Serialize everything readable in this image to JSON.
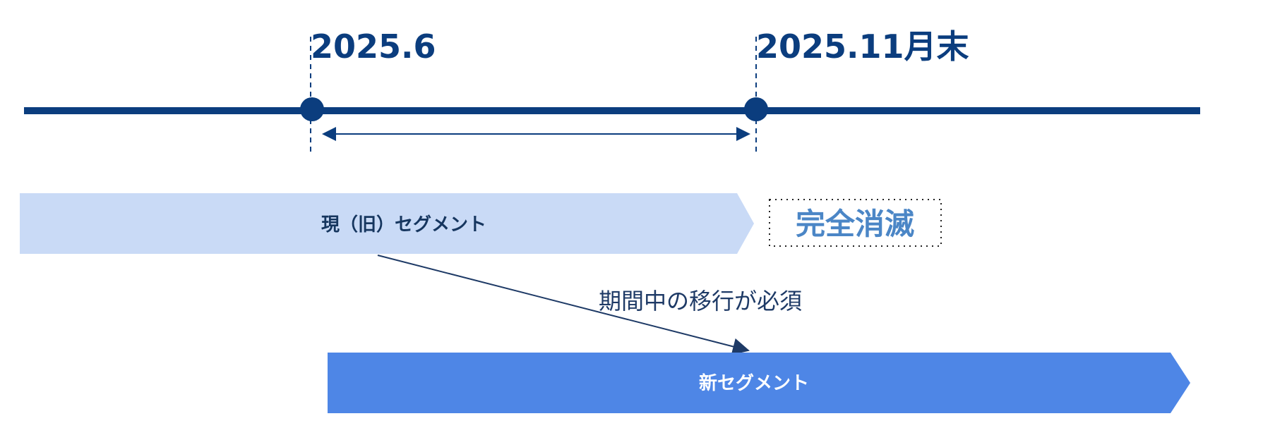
{
  "timeline": {
    "start_label": "2025.6",
    "end_label": "2025.11月末"
  },
  "old_segment": {
    "label": "現（旧）セグメント"
  },
  "status": {
    "label": "完全消滅"
  },
  "migration": {
    "note": "期間中の移行が必須"
  },
  "new_segment": {
    "label": "新セグメント"
  },
  "colors": {
    "timeline": "#0b3d7e",
    "old_bar": "#c9daf6",
    "old_bar_text": "#16365f",
    "status_text": "#4b86c6",
    "note_text": "#1e3a66",
    "new_bar": "#4e86e6",
    "new_bar_text": "#ffffff"
  }
}
